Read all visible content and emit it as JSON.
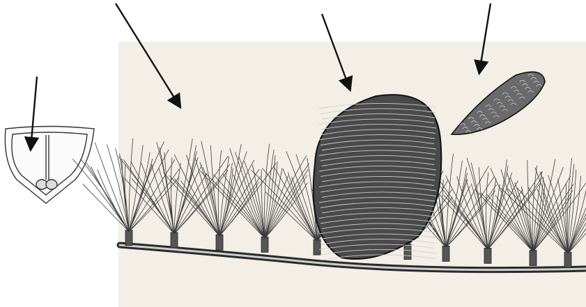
{
  "figure": {
    "background": "#ffffff",
    "ink": "#1a1a1a",
    "paper": "#f3efe6",
    "components": [
      "seed-cross-section",
      "larch-branch-with-needle-clusters",
      "large-cone",
      "small-cone"
    ],
    "arrows": [
      {
        "points_to": "seed-interior"
      },
      {
        "points_to": "needle-cluster"
      },
      {
        "points_to": "large-cone"
      },
      {
        "points_to": "small-cone"
      }
    ]
  }
}
